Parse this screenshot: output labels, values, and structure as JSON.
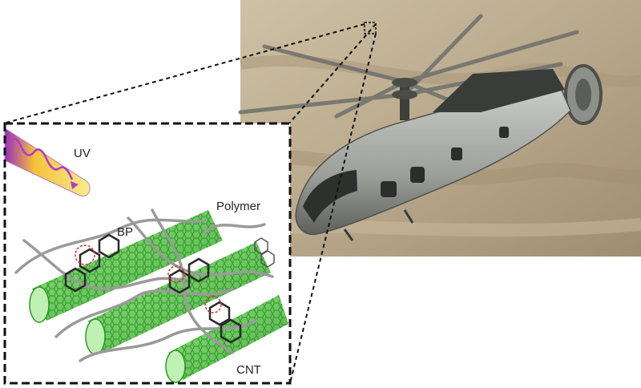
{
  "inset": {
    "labels": {
      "uv": "UV",
      "polymer": "Polymer",
      "bp": "BP",
      "cnt": "CNT"
    }
  },
  "colors": {
    "nanotube": "#3dbf2f",
    "polymer_chain": "#9a9a9a",
    "uv_beam": "#f2d22a",
    "uv_wave": "#b03ad0",
    "molecule": "#2a2a2a",
    "bond_marker": "#d23030"
  },
  "icons": {
    "aircraft": "coaxial-rotor-helicopter"
  }
}
